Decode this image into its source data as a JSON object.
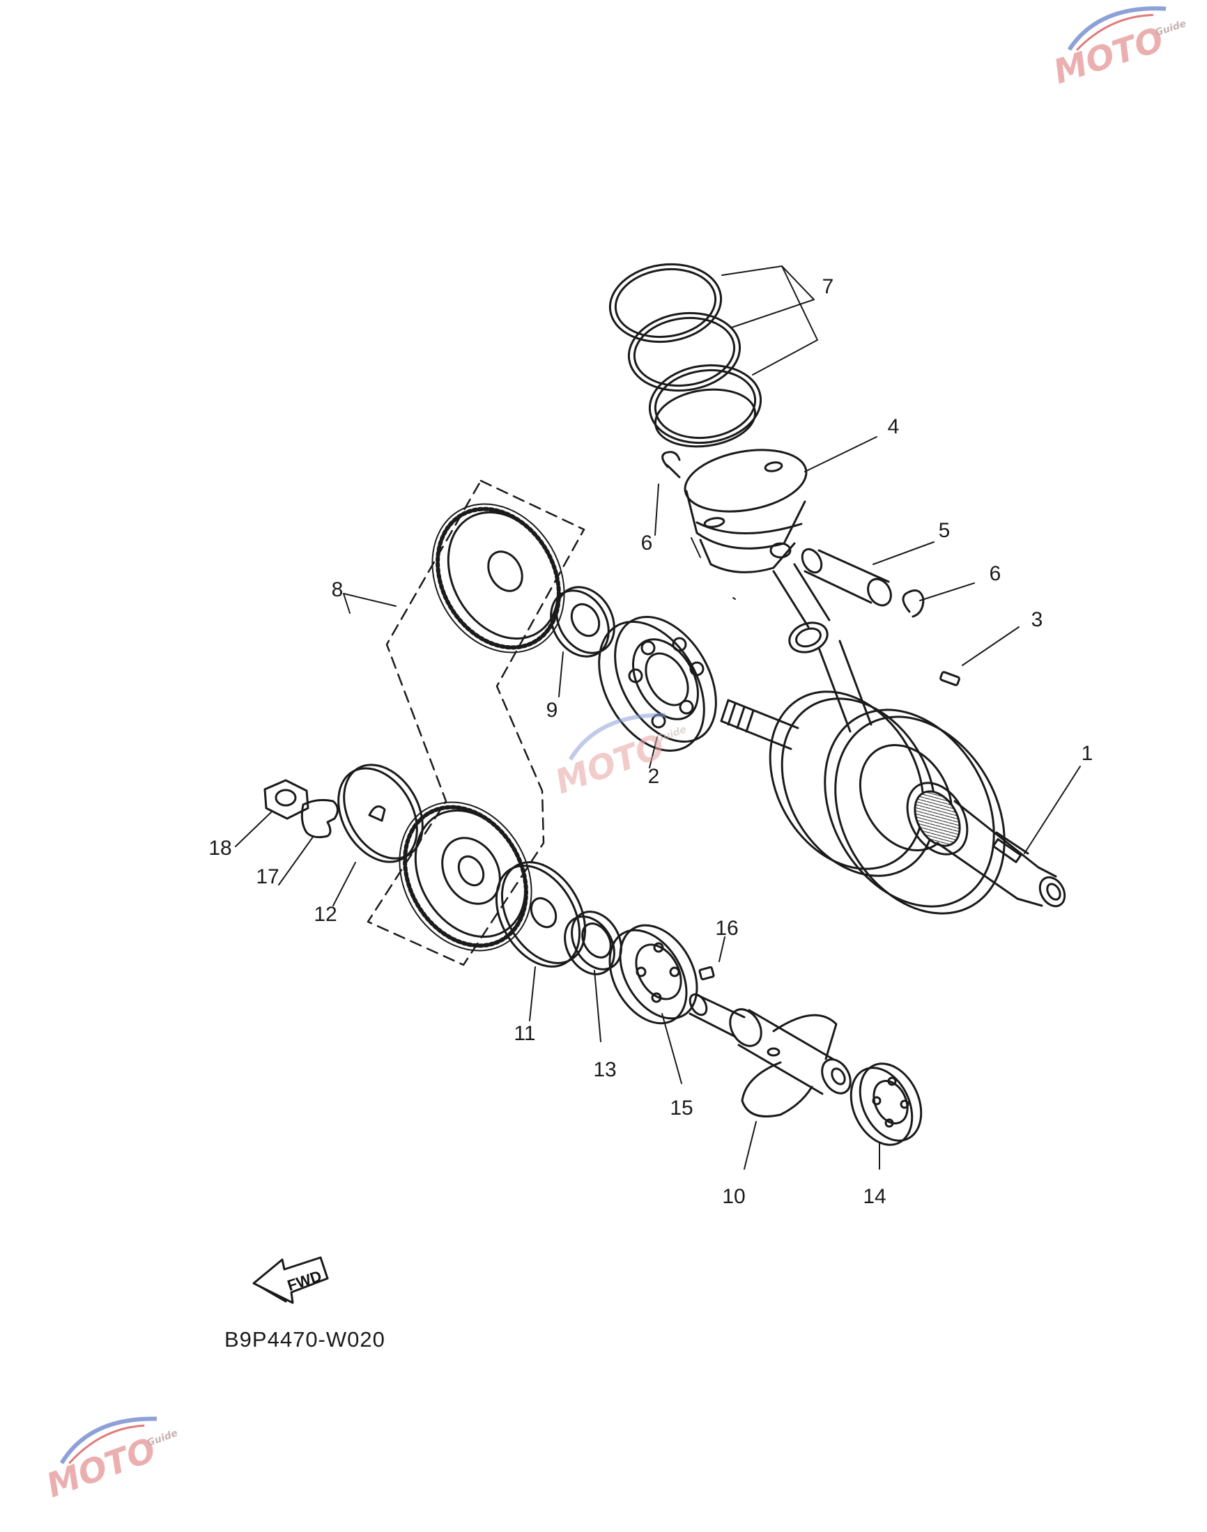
{
  "diagram": {
    "drawing_code": "B9P4470-W020",
    "direction_label": "FWD",
    "watermark": {
      "brand": "MOTO",
      "sub": "Guide"
    },
    "callouts": {
      "c1": "1",
      "c2": "2",
      "c3": "3",
      "c4": "4",
      "c5": "5",
      "c6a": "6",
      "c6b": "6",
      "c7": "7",
      "c8": "8",
      "c9": "9",
      "c10": "10",
      "c11": "11",
      "c12": "12",
      "c13": "13",
      "c14": "14",
      "c15": "15",
      "c16": "16",
      "c17": "17",
      "c18": "18"
    }
  }
}
